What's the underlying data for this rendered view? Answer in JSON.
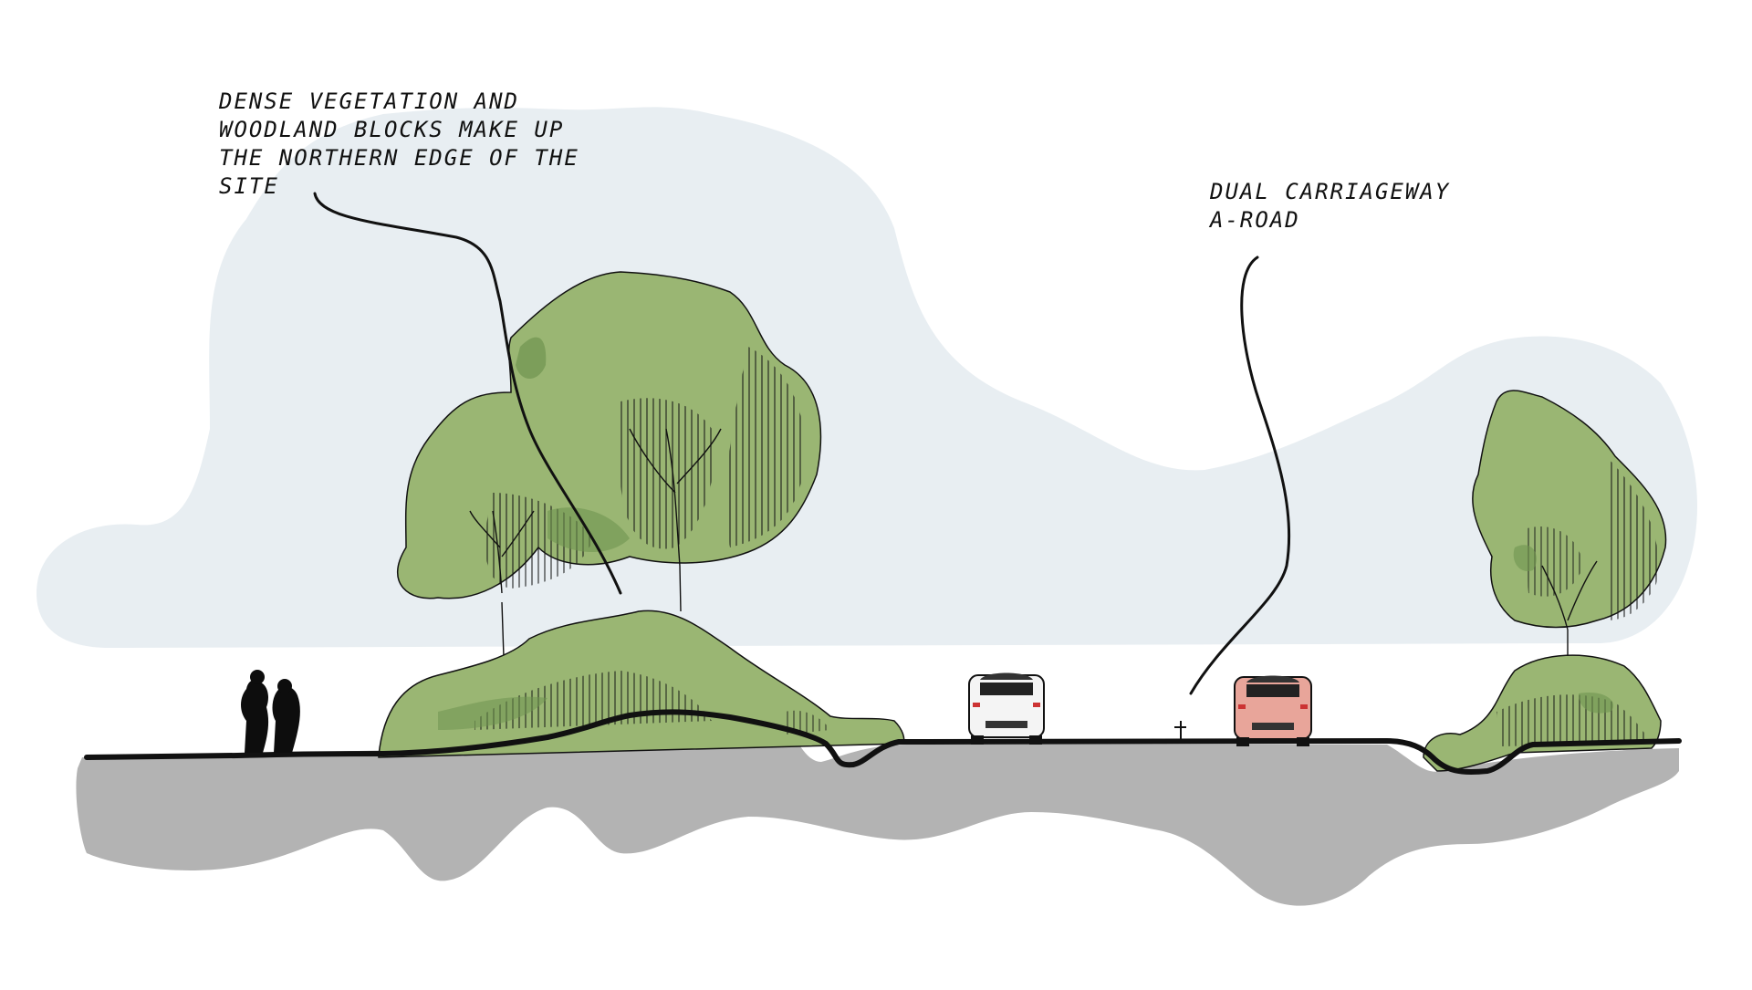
{
  "annotations": {
    "vegetation": {
      "lines": [
        "Dense vegetation and",
        "woodland blocks make up",
        "the northern edge of the",
        "site"
      ]
    },
    "road": {
      "lines": [
        "Dual carriageway",
        "A-Road"
      ]
    }
  },
  "colors": {
    "sky": "#e8eef2",
    "ground": "#b3b3b3",
    "foliage": "#9ab673",
    "foliage_shadow": "#6f9450",
    "ink": "#111111",
    "car_white": "#f4f4f4",
    "car_pink": "#e8a59a",
    "people": "#0d0d0d"
  }
}
